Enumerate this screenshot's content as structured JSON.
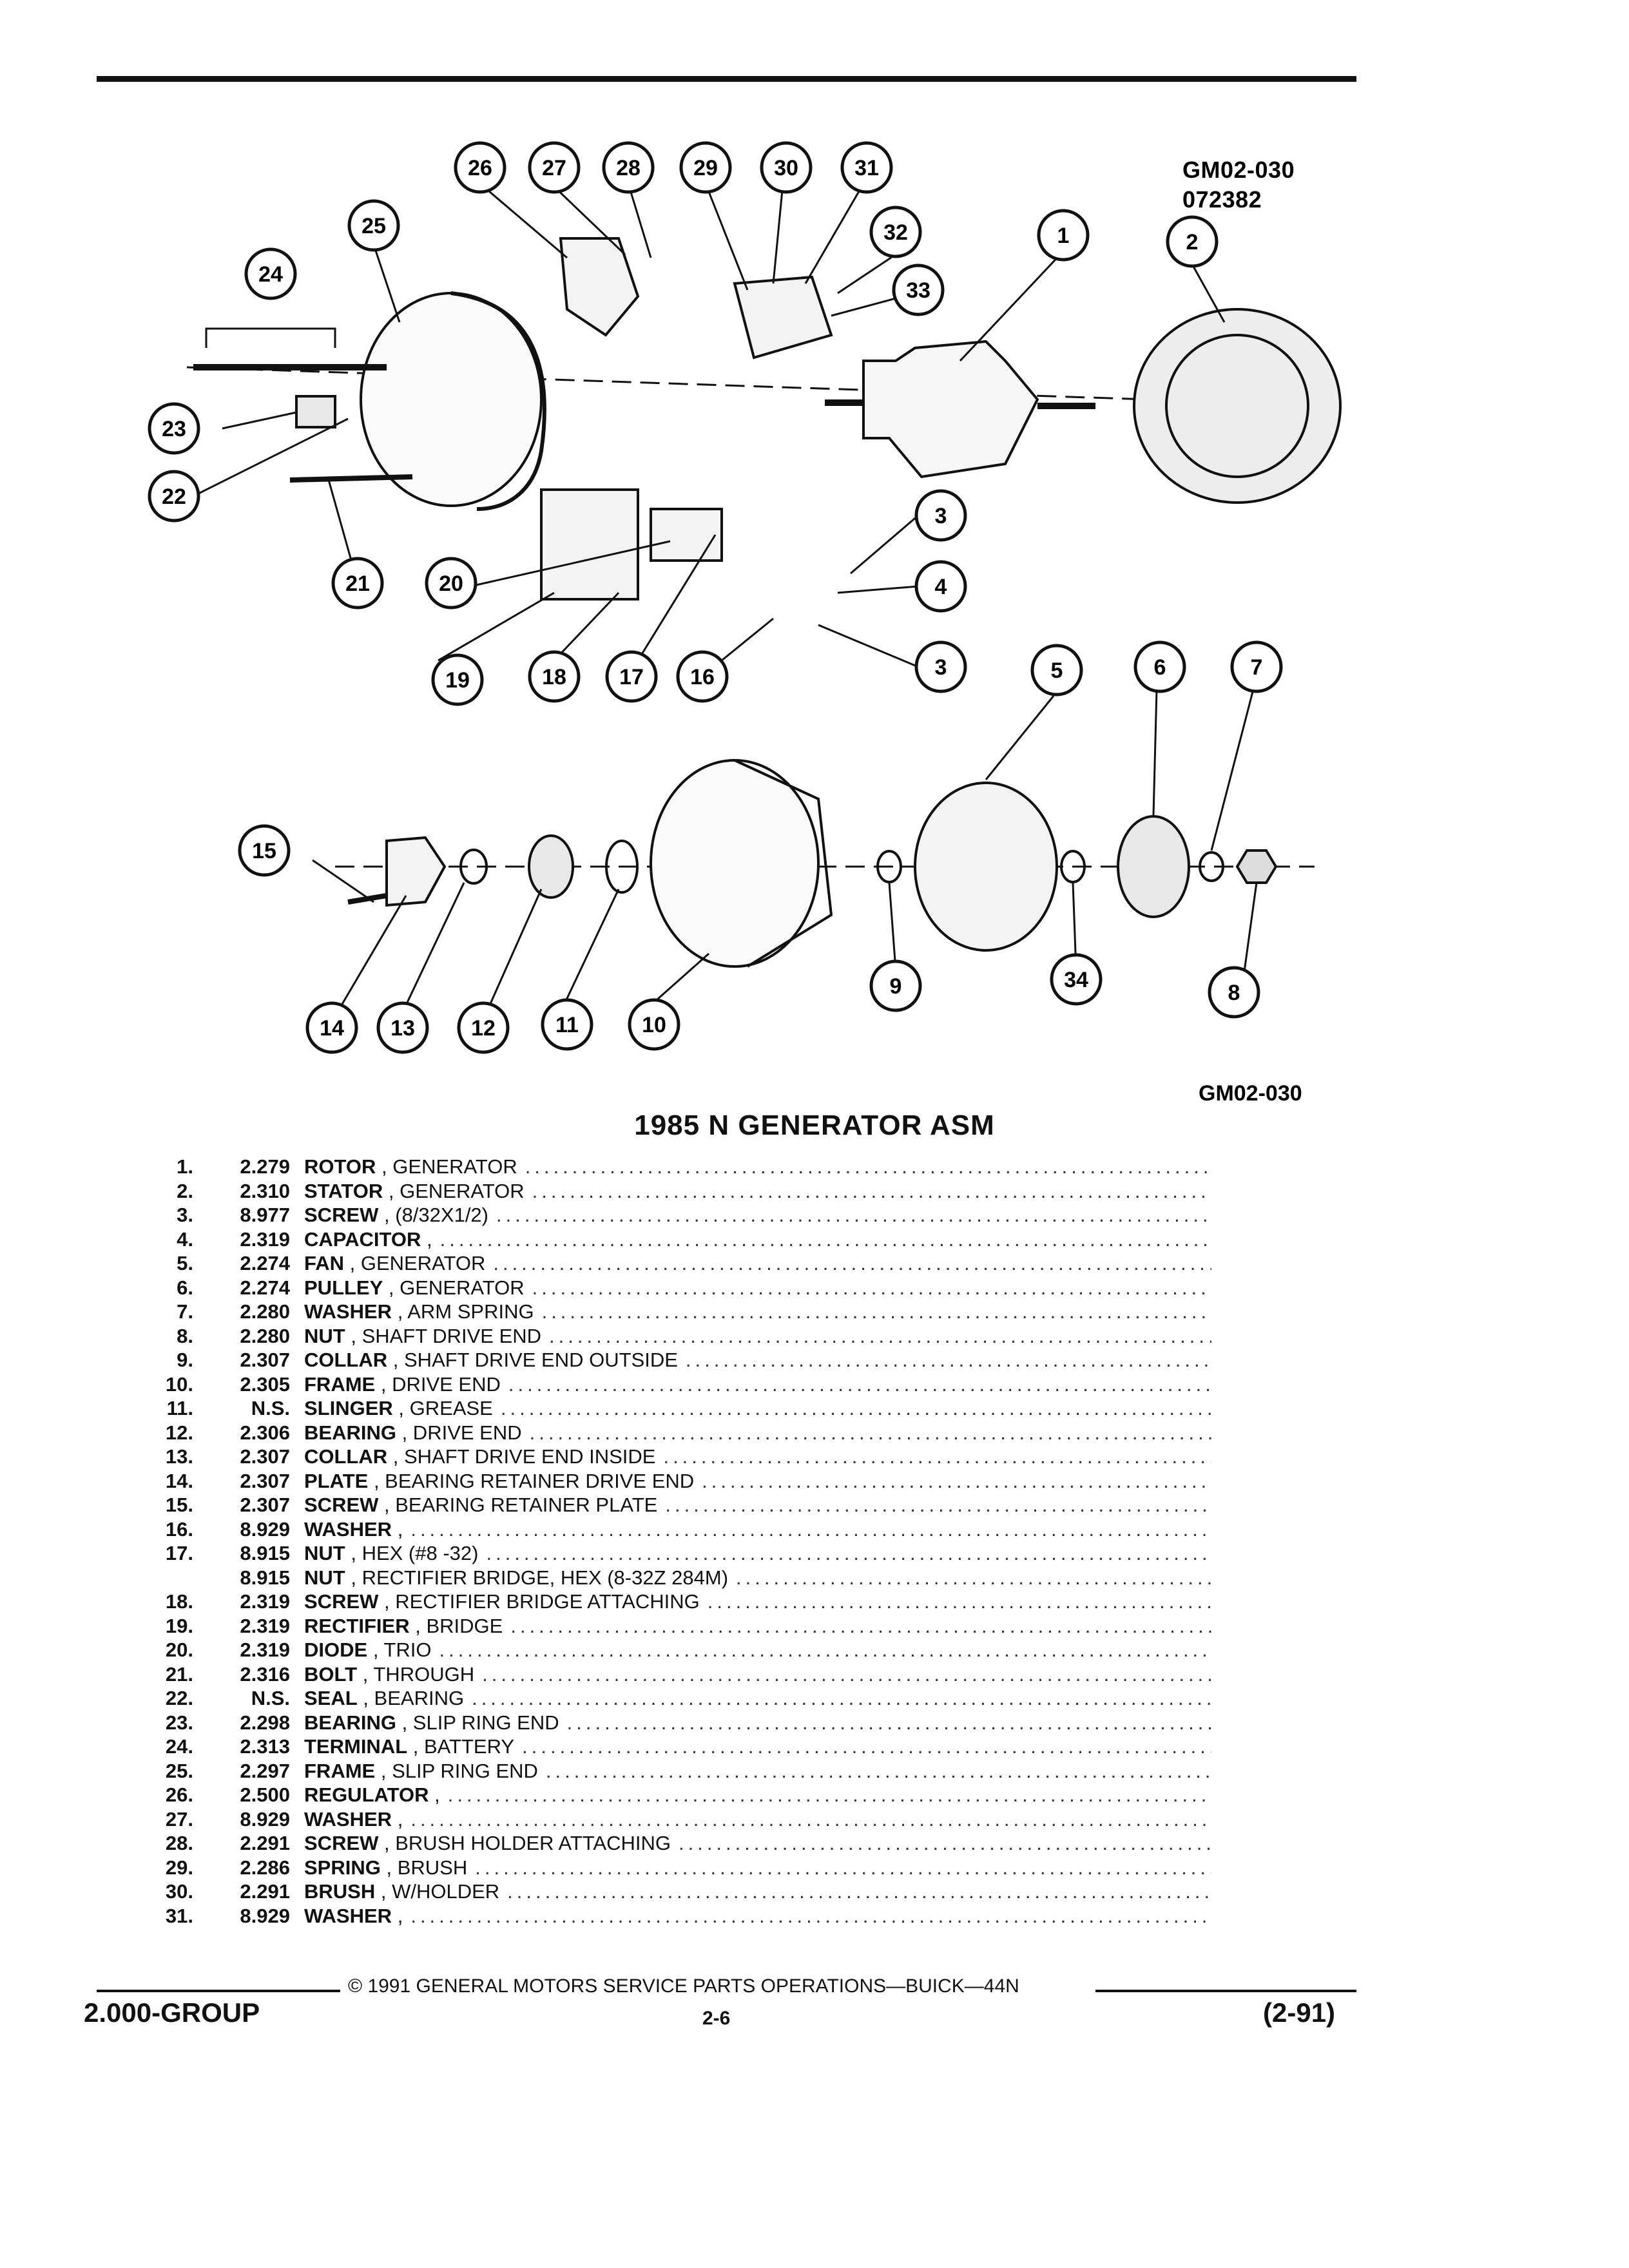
{
  "header": {
    "code_primary": "GM02-030",
    "code_secondary": "072382"
  },
  "diagram": {
    "callouts": [
      "1",
      "2",
      "3",
      "3",
      "4",
      "5",
      "6",
      "7",
      "8",
      "9",
      "10",
      "11",
      "12",
      "13",
      "14",
      "15",
      "16",
      "17",
      "18",
      "19",
      "20",
      "21",
      "22",
      "23",
      "24",
      "25",
      "26",
      "27",
      "28",
      "29",
      "30",
      "31",
      "32",
      "33",
      "34"
    ]
  },
  "figure_code": "GM02-030",
  "title": "1985 N GENERATOR ASM",
  "parts": [
    {
      "num": "1.",
      "grp": "2.279",
      "name": "ROTOR",
      "desc": ", GENERATOR"
    },
    {
      "num": "2.",
      "grp": "2.310",
      "name": "STATOR",
      "desc": ", GENERATOR"
    },
    {
      "num": "3.",
      "grp": "8.977",
      "name": "SCREW",
      "desc": ", (8/32X1/2)"
    },
    {
      "num": "4.",
      "grp": "2.319",
      "name": "CAPACITOR",
      "desc": ","
    },
    {
      "num": "5.",
      "grp": "2.274",
      "name": "FAN",
      "desc": ", GENERATOR"
    },
    {
      "num": "6.",
      "grp": "2.274",
      "name": "PULLEY",
      "desc": ", GENERATOR"
    },
    {
      "num": "7.",
      "grp": "2.280",
      "name": "WASHER",
      "desc": ", ARM SPRING"
    },
    {
      "num": "8.",
      "grp": "2.280",
      "name": "NUT",
      "desc": ", SHAFT DRIVE END"
    },
    {
      "num": "9.",
      "grp": "2.307",
      "name": "COLLAR",
      "desc": ", SHAFT DRIVE END OUTSIDE"
    },
    {
      "num": "10.",
      "grp": "2.305",
      "name": "FRAME",
      "desc": ", DRIVE END"
    },
    {
      "num": "11.",
      "grp": "N.S.",
      "name": "SLINGER",
      "desc": ", GREASE"
    },
    {
      "num": "12.",
      "grp": "2.306",
      "name": "BEARING",
      "desc": ", DRIVE END"
    },
    {
      "num": "13.",
      "grp": "2.307",
      "name": "COLLAR",
      "desc": ", SHAFT DRIVE END INSIDE"
    },
    {
      "num": "14.",
      "grp": "2.307",
      "name": "PLATE",
      "desc": ", BEARING RETAINER DRIVE END"
    },
    {
      "num": "15.",
      "grp": "2.307",
      "name": "SCREW",
      "desc": ", BEARING RETAINER PLATE"
    },
    {
      "num": "16.",
      "grp": "8.929",
      "name": "WASHER",
      "desc": ","
    },
    {
      "num": "17.",
      "grp": "8.915",
      "name": "NUT",
      "desc": ", HEX (#8 -32)"
    },
    {
      "num": "",
      "grp": "8.915",
      "name": "NUT",
      "desc": ", RECTIFIER BRIDGE, HEX (8-32Z 284M)"
    },
    {
      "num": "18.",
      "grp": "2.319",
      "name": "SCREW",
      "desc": ", RECTIFIER BRIDGE ATTACHING"
    },
    {
      "num": "19.",
      "grp": "2.319",
      "name": "RECTIFIER",
      "desc": ", BRIDGE"
    },
    {
      "num": "20.",
      "grp": "2.319",
      "name": "DIODE",
      "desc": ", TRIO"
    },
    {
      "num": "21.",
      "grp": "2.316",
      "name": "BOLT",
      "desc": ", THROUGH"
    },
    {
      "num": "22.",
      "grp": "N.S.",
      "name": "SEAL",
      "desc": ", BEARING"
    },
    {
      "num": "23.",
      "grp": "2.298",
      "name": "BEARING",
      "desc": ", SLIP RING END"
    },
    {
      "num": "24.",
      "grp": "2.313",
      "name": "TERMINAL",
      "desc": ", BATTERY"
    },
    {
      "num": "25.",
      "grp": "2.297",
      "name": "FRAME",
      "desc": ", SLIP RING END"
    },
    {
      "num": "26.",
      "grp": "2.500",
      "name": "REGULATOR",
      "desc": ","
    },
    {
      "num": "27.",
      "grp": "8.929",
      "name": "WASHER",
      "desc": ","
    },
    {
      "num": "28.",
      "grp": "2.291",
      "name": "SCREW",
      "desc": ", BRUSH HOLDER ATTACHING"
    },
    {
      "num": "29.",
      "grp": "2.286",
      "name": "SPRING",
      "desc": ", BRUSH"
    },
    {
      "num": "30.",
      "grp": "2.291",
      "name": "BRUSH",
      "desc": ", W/HOLDER"
    },
    {
      "num": "31.",
      "grp": "8.929",
      "name": "WASHER",
      "desc": ","
    }
  ],
  "footer": {
    "copyright": "© 1991 GENERAL MOTORS SERVICE PARTS OPERATIONS—BUICK—44N",
    "group": "2.000-GROUP",
    "page": "2-6",
    "date_code": "(2-91)"
  }
}
